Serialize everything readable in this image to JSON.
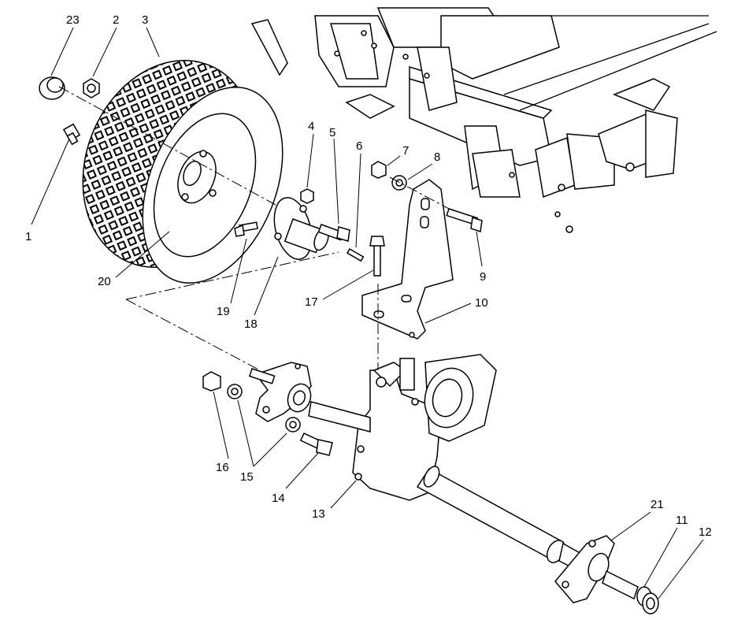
{
  "labels": {
    "c1": "1",
    "c2": "2",
    "c3": "3",
    "c4": "4",
    "c5": "5",
    "c6": "6",
    "c7": "7",
    "c8": "8",
    "c9": "9",
    "c10": "10",
    "c11": "11",
    "c12": "12",
    "c13": "13",
    "c14": "14",
    "c15": "15",
    "c16": "16",
    "c17": "17",
    "c18": "18",
    "c19": "19",
    "c20": "20",
    "c21": "21",
    "c23": "23"
  }
}
